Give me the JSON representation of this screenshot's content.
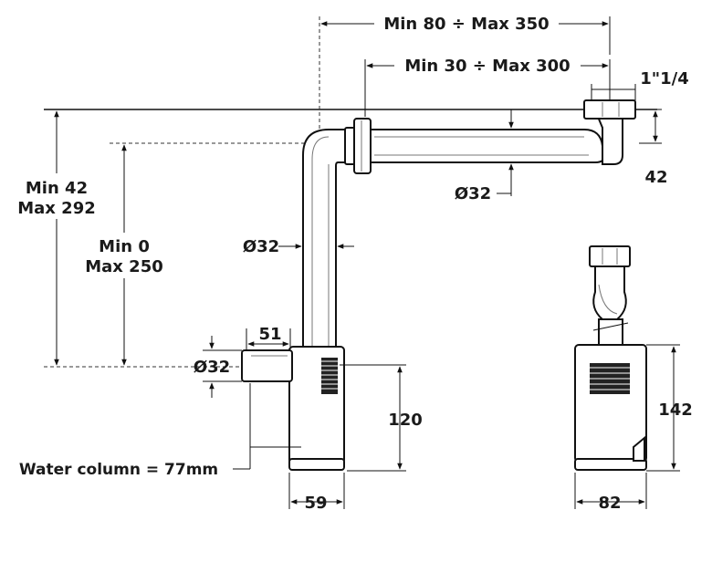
{
  "dimensions": {
    "top_span": "Min 80 ÷  Max 350",
    "second_span": "Min 30 ÷  Max 300",
    "thread_size": "1\"1/4",
    "right_height": "42",
    "outlet_diameter": "Ø32",
    "vertical_diameter": "Ø32",
    "left_total_min": "Min 42",
    "left_total_max": "Max 292",
    "inner_min": "Min 0",
    "inner_max": "Max 250",
    "inlet_length": "51",
    "inlet_diameter": "Ø32",
    "trap_height": "120",
    "water_column": "Water column = 77mm",
    "trap_width": "59",
    "side_height": "142",
    "side_width": "82"
  }
}
